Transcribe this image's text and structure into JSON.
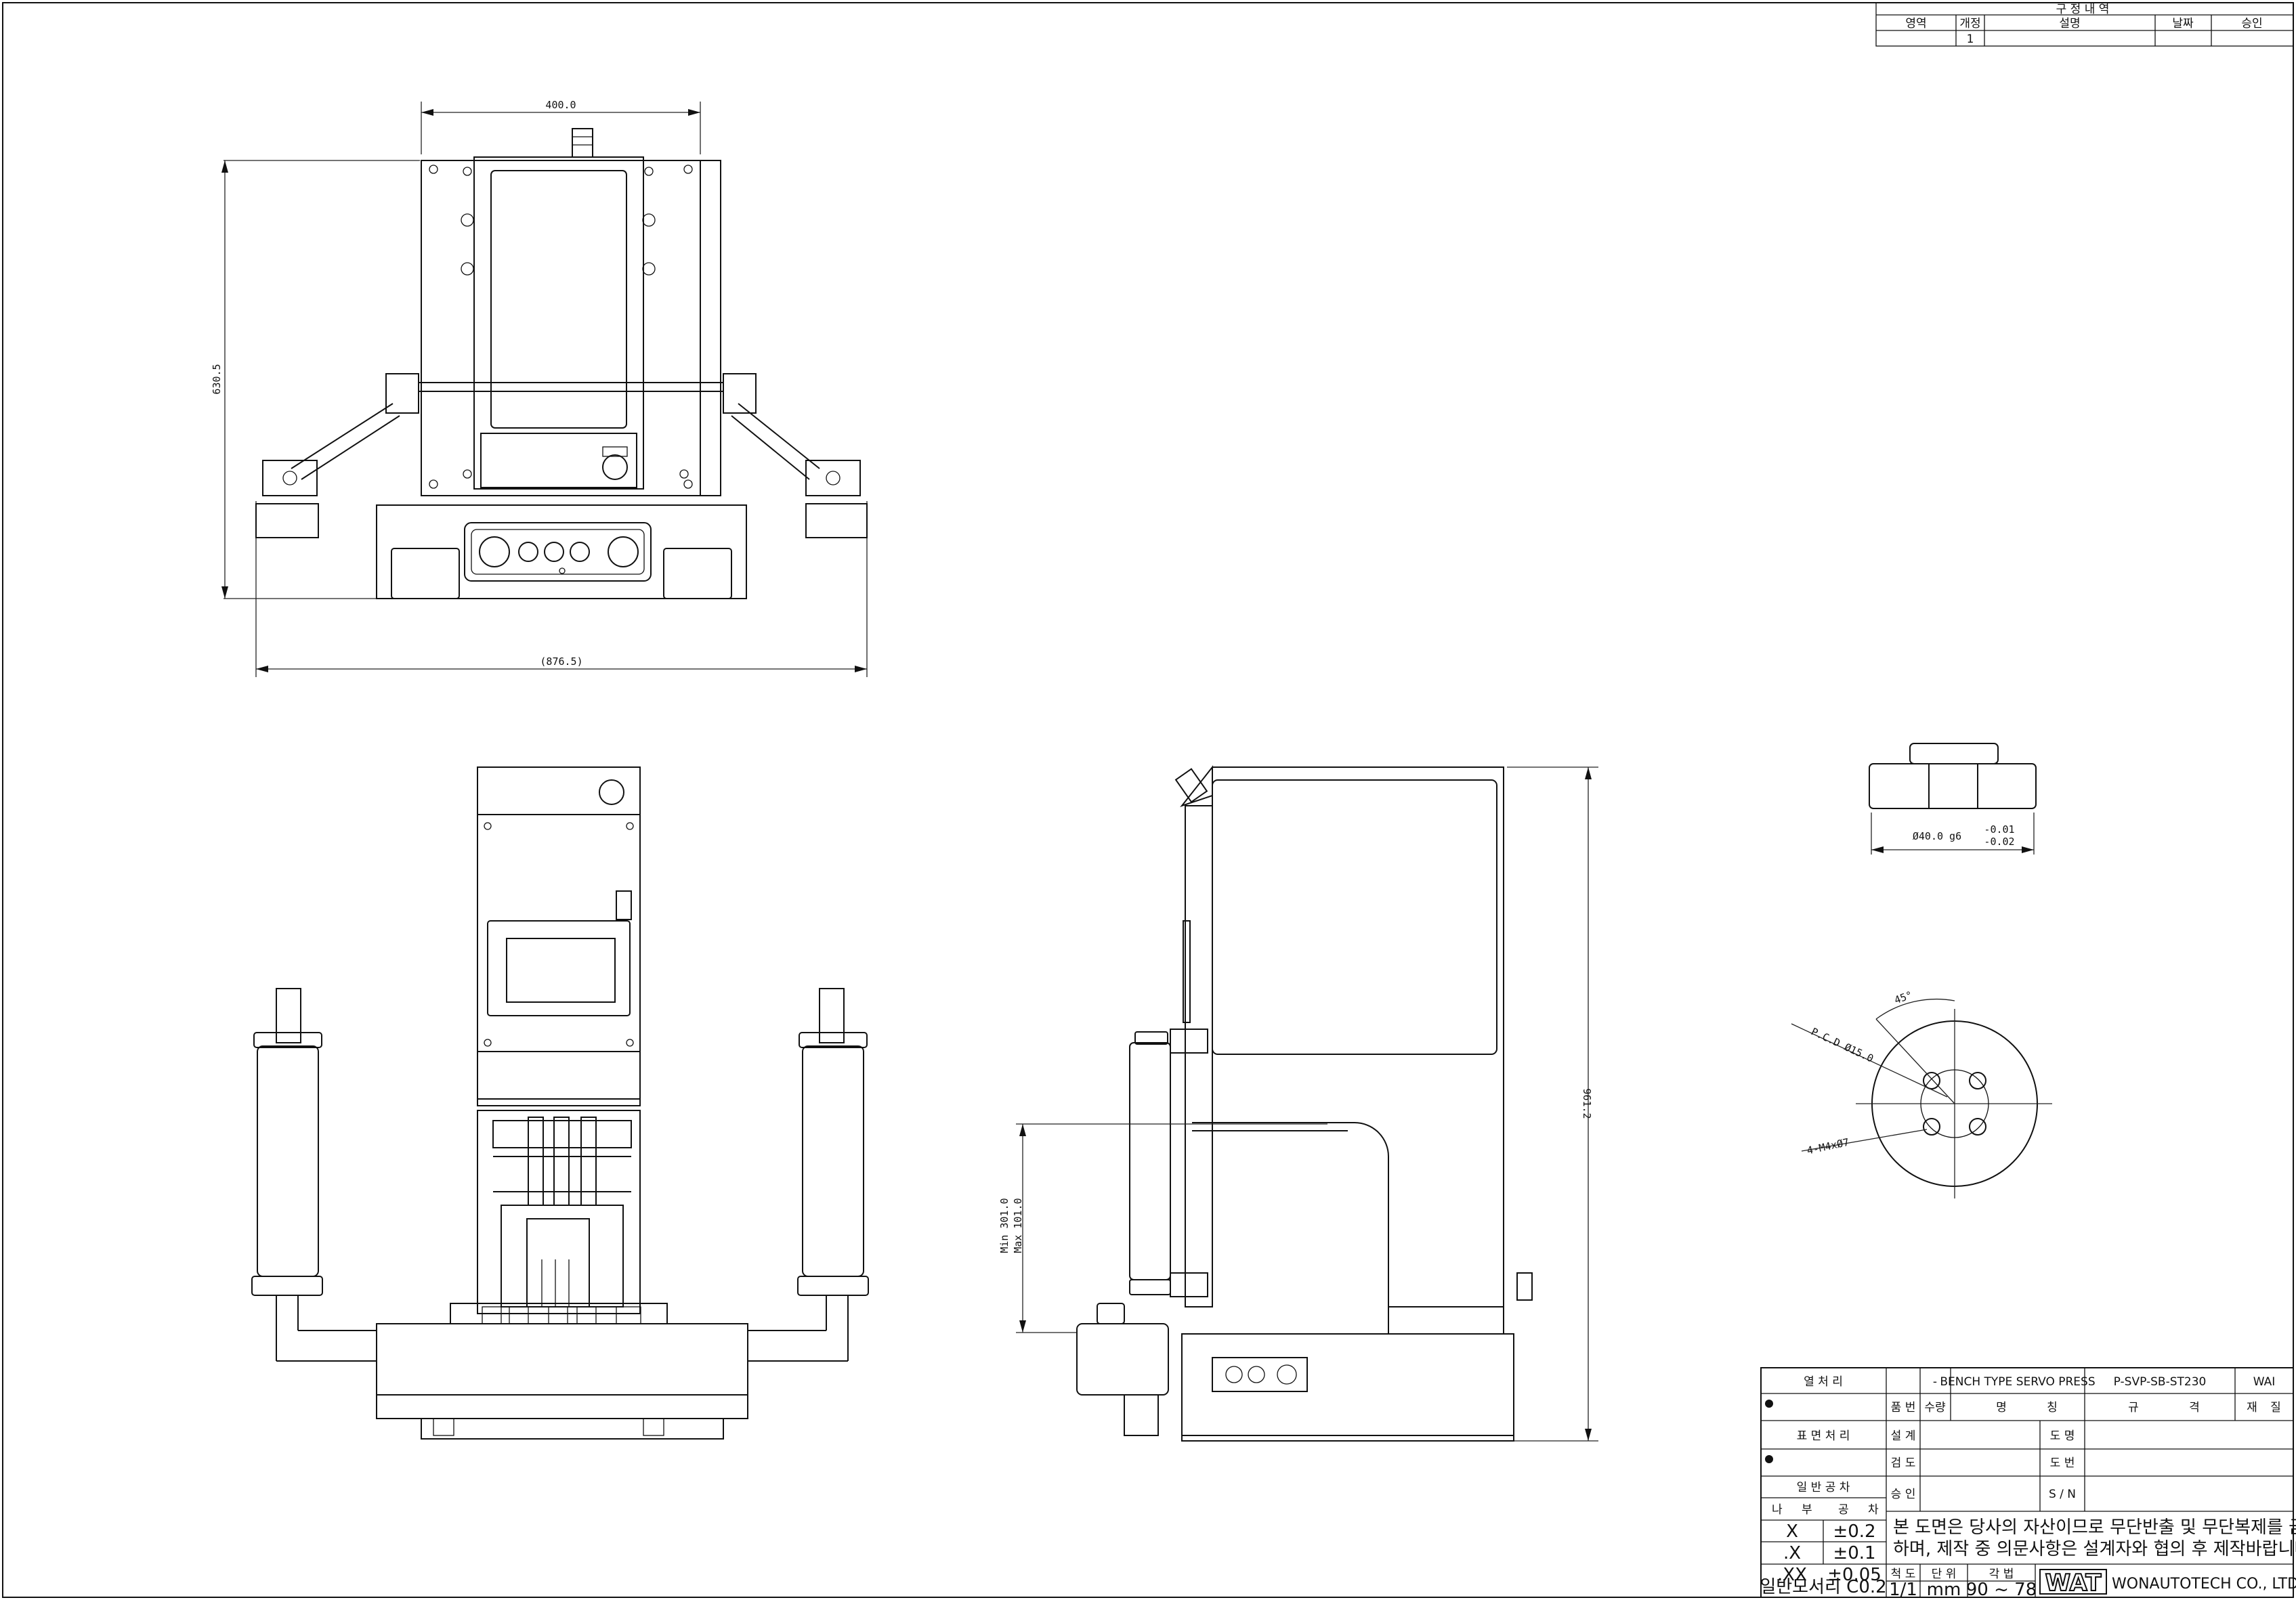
{
  "revision_table": {
    "title": "구 정 내 역",
    "headers": [
      "영역",
      "개정",
      "설명",
      "날짜",
      "승인"
    ],
    "rows": [
      [
        "",
        "1",
        "",
        "",
        ""
      ]
    ]
  },
  "dimensions": {
    "width_top": "400.0",
    "height_front": "630.5",
    "overall_width": "(876.5)",
    "overall_height": "961.2",
    "stroke_min": "Min 301.0",
    "stroke_max": "Max 101.0",
    "shank_dia": "Ø40.0 g6",
    "shank_tol_upper": "-0.01",
    "shank_tol_lower": "-0.02",
    "pcd": "P.C.D Ø15.0",
    "angle": "45°",
    "holes": "4-M4xØ7"
  },
  "title_block": {
    "heat_treatment": "열 처 리",
    "surface_treatment": "표 면 처 리",
    "general_tolerance": "일 반 공 차",
    "tol_sub": [
      "나",
      "부",
      "공",
      "차"
    ],
    "tolerances": [
      {
        "grade": "X",
        "value": "±0.2"
      },
      {
        "grade": ".X",
        "value": "±0.1"
      },
      {
        "grade": ".XX",
        "value": "±0.05"
      }
    ],
    "chamfer": "일반모서리 C0.2",
    "dash": "-",
    "product_name": "BENCH TYPE SERVO PRESS",
    "spec_code": "P-SVP-SB-ST230",
    "material_code": "WAI",
    "col_headers": [
      "품 번",
      "수량",
      "명",
      "칭",
      "규",
      "격",
      "재",
      "질"
    ],
    "design": "설 계",
    "drawing": "도 명",
    "check": "검 도",
    "drawing_no": "도 번",
    "approve": "승 인",
    "serial": "S / N",
    "notice_line1": "본 도면은 당사의 자산이므로 무단반출 및 무단복제를 금",
    "notice_line2": "하며, 제작 중 의문사항은 설계자와 협의 후 제작바랍니다.",
    "scale_label": "척 도",
    "unit_label": "단 위",
    "angle_label": "각 법",
    "scale": "1/1",
    "unit": "mm",
    "proj": "90 ~ 78",
    "logo_text": "WAT",
    "company": "WONAUTOTECH CO., LTD."
  }
}
